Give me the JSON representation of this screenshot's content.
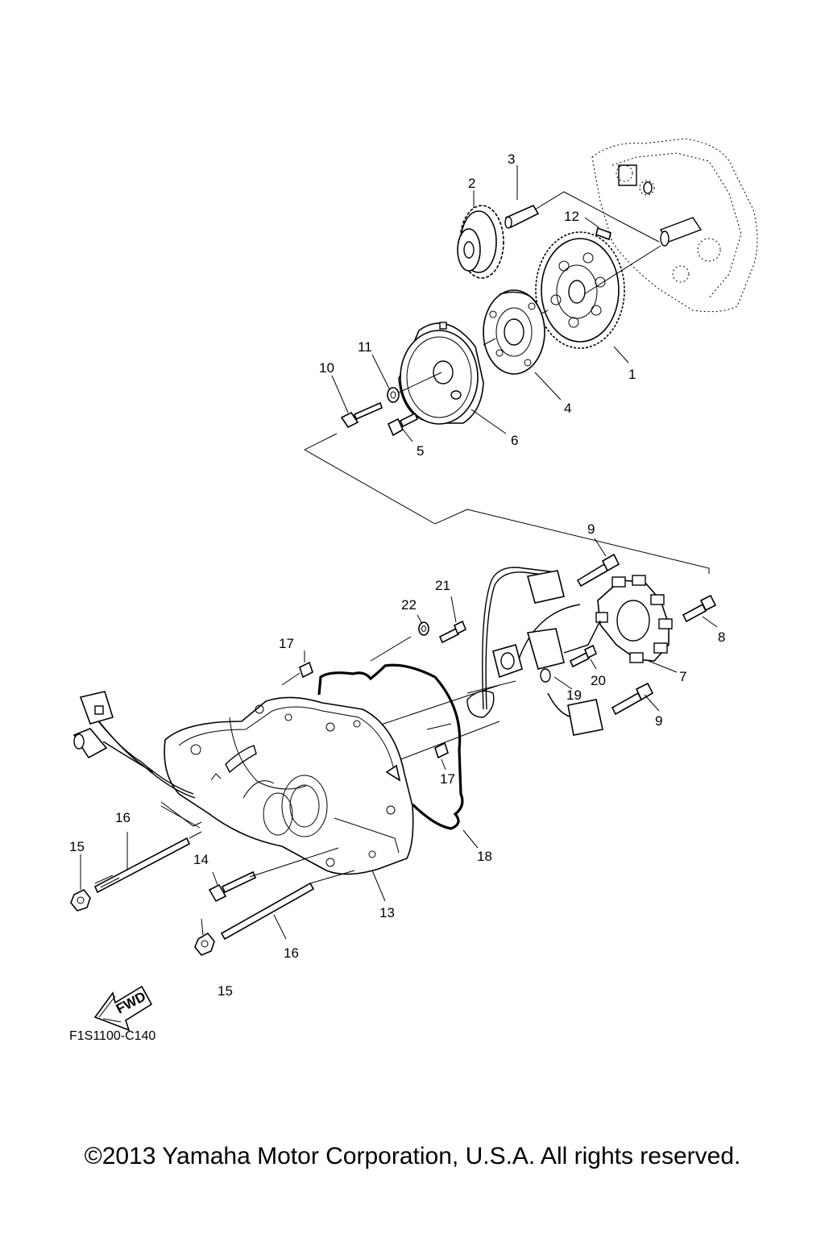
{
  "figure_code": "F1S1100-C140",
  "fwd_label": "FWD",
  "copyright": "©2013 Yamaha Motor Corporation, U.S.A. All rights reserved.",
  "callouts": {
    "c1": "1",
    "c2": "2",
    "c3": "3",
    "c4": "4",
    "c5": "5",
    "c6": "6",
    "c7": "7",
    "c8": "8",
    "c9a": "9",
    "c9b": "9",
    "c10": "10",
    "c11": "11",
    "c12": "12",
    "c13": "13",
    "c14": "14",
    "c15a": "15",
    "c15b": "15",
    "c16a": "16",
    "c16b": "16",
    "c17a": "17",
    "c17b": "17",
    "c18": "18",
    "c19": "19",
    "c20": "20",
    "c21": "21",
    "c22": "22"
  }
}
